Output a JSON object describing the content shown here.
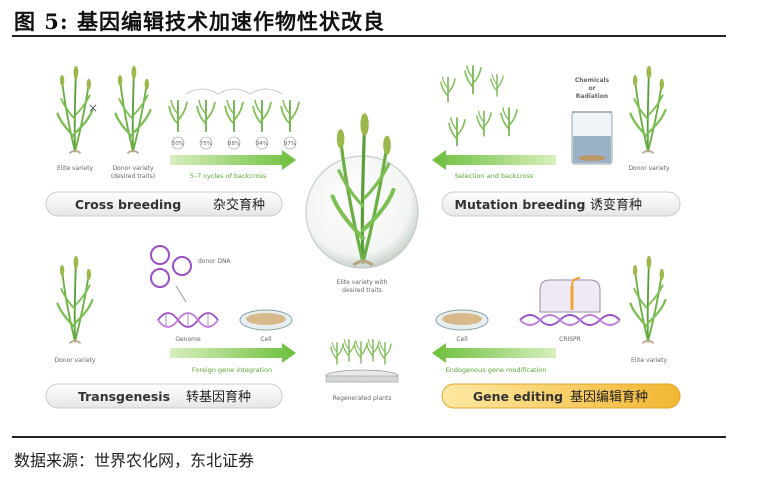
{
  "header": {
    "title": "图 5: 基因编辑技术加速作物性状改良"
  },
  "footer": {
    "source": "数据来源：世界农化网，东北证券"
  },
  "center": {
    "label_line1": "Elite variety with",
    "label_line2": "desired traits"
  },
  "regenerated": {
    "label": "Regenerated plants"
  },
  "cross": {
    "pill_en": "Cross breeding",
    "pill_cn": "杂交育种",
    "elite": "Elite variety",
    "donor1": "Donor variety",
    "donor2": "(desired traits)",
    "times": "×",
    "percents": [
      "50%",
      "75%",
      "88%",
      "94%",
      "97%"
    ],
    "arrow_label": "5–7 cycles of backcross"
  },
  "mutation": {
    "pill_en": "Mutation breeding",
    "pill_cn": "诱变育种",
    "chem1": "Chemicals",
    "chem2": "or",
    "chem3": "Radiation",
    "arrow_label": "Selection and backcross",
    "donor": "Donor variety"
  },
  "transgenesis": {
    "pill_en": "Transgenesis",
    "pill_cn": "转基因育种",
    "donor": "Donor variety",
    "donor_dna": "donor DNA",
    "genome": "Genome",
    "cell": "Cell",
    "arrow_label": "Foreign gene integration"
  },
  "gene_editing": {
    "pill_en": "Gene editing",
    "pill_cn": "基因编辑育种",
    "cell": "Cell",
    "crispr": "CRISPR",
    "arrow_label": "Endogenous gene modification",
    "elite": "Elite variety"
  }
}
